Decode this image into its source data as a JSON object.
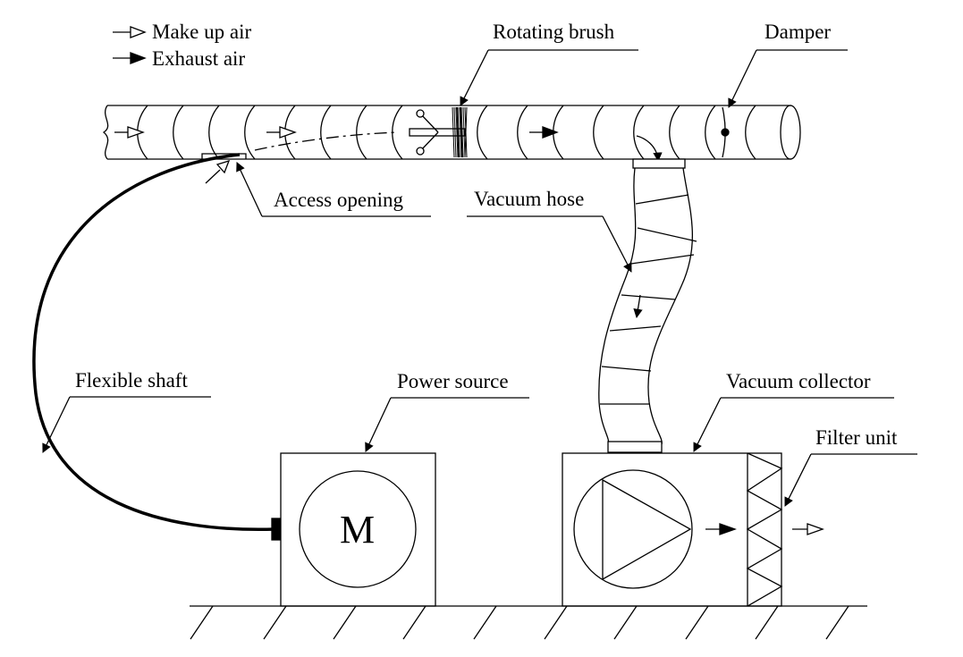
{
  "legend": {
    "make_up_air": "Make up air",
    "exhaust_air": "Exhaust air"
  },
  "labels": {
    "rotating_brush": "Rotating brush",
    "damper": "Damper",
    "access_opening": "Access opening",
    "vacuum_hose": "Vacuum hose",
    "flexible_shaft": "Flexible shaft",
    "power_source": "Power source",
    "vacuum_collector": "Vacuum collector",
    "filter_unit": "Filter unit",
    "motor_symbol": "M"
  }
}
